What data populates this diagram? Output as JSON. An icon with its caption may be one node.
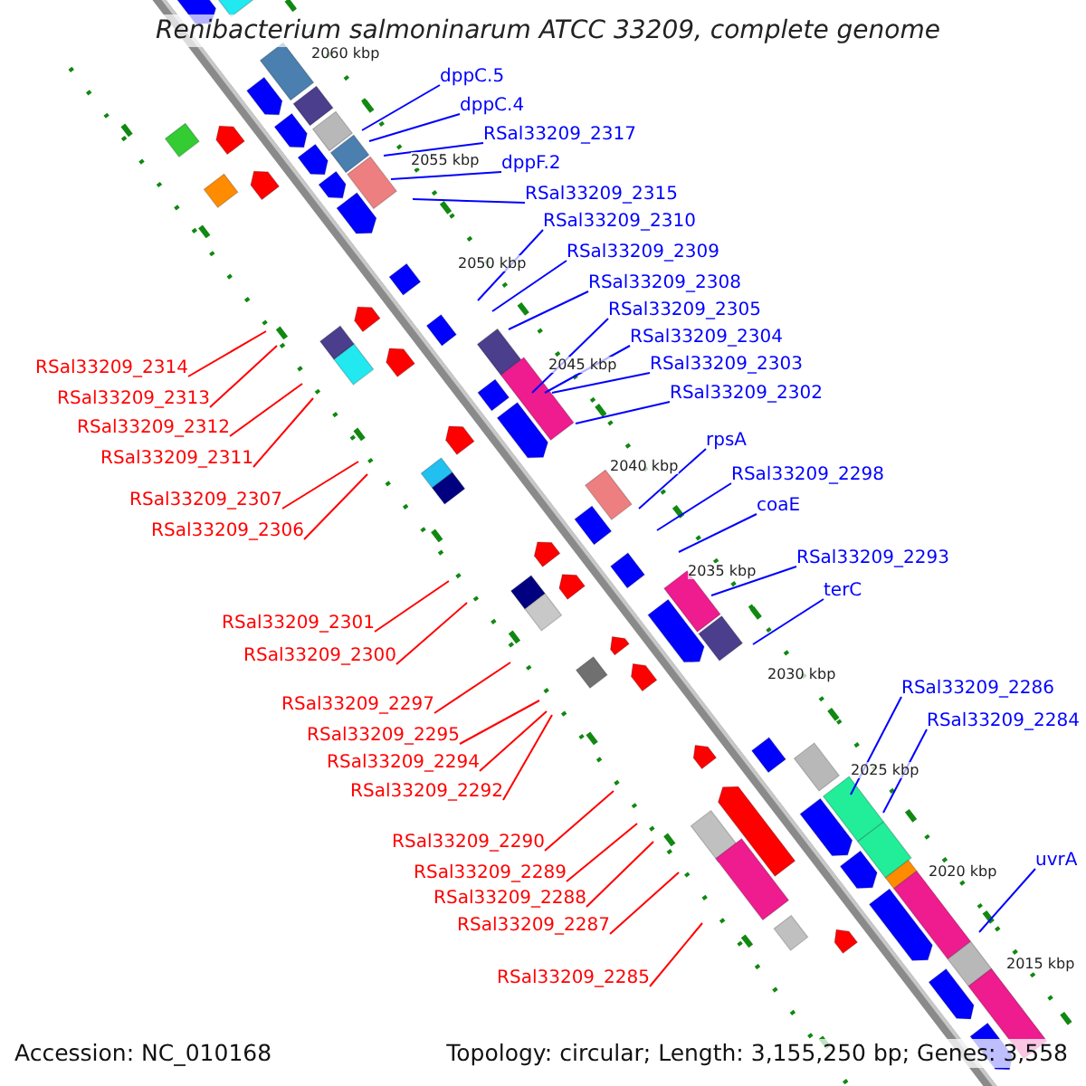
{
  "diagram": {
    "title": "Renibacterium salmoninarum ATCC 33209, complete genome",
    "nodes": [
      {
        "text": [
          "dppC.5"
        ]
      },
      {
        "text": [
          "dppC.4"
        ]
      },
      {
        "text": [
          "RSal33209_2317"
        ]
      },
      {
        "text": [
          "dppF.2"
        ]
      },
      {
        "text": [
          "RSal33209_2315"
        ]
      },
      {
        "text": [
          "RSal33209_2310"
        ]
      },
      {
        "text": [
          "RSal33209_2309"
        ]
      },
      {
        "text": [
          "RSal33209_2308"
        ]
      },
      {
        "text": [
          "RSal33209_2305"
        ]
      },
      {
        "text": [
          "RSal33209_2304"
        ]
      },
      {
        "text": [
          "RSal33209_2303"
        ]
      },
      {
        "text": [
          "RSal33209_2302"
        ]
      },
      {
        "text": [
          "rpsA"
        ]
      },
      {
        "text": [
          "RSal33209_2298"
        ]
      },
      {
        "text": [
          "coaE"
        ]
      },
      {
        "text": [
          "RSal33209_2293"
        ]
      },
      {
        "text": [
          "terC"
        ]
      },
      {
        "text": [
          "RSal33209_2286"
        ]
      },
      {
        "text": [
          "RSal33209_2284"
        ]
      },
      {
        "text": [
          "uvrA"
        ]
      },
      {
        "text": [
          "RSal33209_2314"
        ]
      },
      {
        "text": [
          "RSal33209_2313"
        ]
      },
      {
        "text": [
          "RSal33209_2312"
        ]
      },
      {
        "text": [
          "RSal33209_2311"
        ]
      },
      {
        "text": [
          "RSal33209_2307"
        ]
      },
      {
        "text": [
          "RSal33209_2306"
        ]
      },
      {
        "text": [
          "RSal33209_2301"
        ]
      },
      {
        "text": [
          "RSal33209_2300"
        ]
      },
      {
        "text": [
          "RSal33209_2297"
        ]
      },
      {
        "text": [
          "RSal33209_2295"
        ]
      },
      {
        "text": [
          "RSal33209_2294"
        ]
      },
      {
        "text": [
          "RSal33209_2292"
        ]
      },
      {
        "text": [
          "RSal33209_2290"
        ]
      },
      {
        "text": [
          "RSal33209_2289"
        ]
      },
      {
        "text": [
          "RSal33209_2288"
        ]
      },
      {
        "text": [
          "RSal33209_2287"
        ]
      },
      {
        "text": [
          "RSal33209_2285"
        ]
      }
    ],
    "edges": [
      {
        "from": 0,
        "to": null,
        "arrow": "none"
      },
      {
        "from": 1,
        "to": null,
        "arrow": "none"
      },
      {
        "from": 2,
        "to": null,
        "arrow": "none"
      },
      {
        "from": 3,
        "to": null,
        "arrow": "none"
      },
      {
        "from": 4,
        "to": null,
        "arrow": "none"
      },
      {
        "from": 5,
        "to": null,
        "arrow": "none"
      },
      {
        "from": 6,
        "to": null,
        "arrow": "none"
      },
      {
        "from": 7,
        "to": null,
        "arrow": "none"
      },
      {
        "from": 8,
        "to": null,
        "arrow": "none"
      },
      {
        "from": 9,
        "to": null,
        "arrow": "none"
      },
      {
        "from": 10,
        "to": null,
        "arrow": "none"
      },
      {
        "from": 11,
        "to": null,
        "arrow": "none"
      },
      {
        "from": 12,
        "to": null,
        "arrow": "none"
      },
      {
        "from": 13,
        "to": null,
        "arrow": "none"
      },
      {
        "from": 14,
        "to": null,
        "arrow": "none"
      },
      {
        "from": 15,
        "to": null,
        "arrow": "none"
      },
      {
        "from": 16,
        "to": null,
        "arrow": "none"
      },
      {
        "from": 17,
        "to": null,
        "arrow": "none"
      },
      {
        "from": 18,
        "to": null,
        "arrow": "none"
      },
      {
        "from": 19,
        "to": null,
        "arrow": "none"
      },
      {
        "from": 20,
        "to": null,
        "arrow": "none",
        "color": "#ff0000"
      },
      {
        "from": 21,
        "to": null,
        "arrow": "none",
        "color": "#ff0000"
      },
      {
        "from": 22,
        "to": null,
        "arrow": "none",
        "color": "#ff0000"
      },
      {
        "from": 23,
        "to": null,
        "arrow": "none",
        "color": "#ff0000"
      },
      {
        "from": 24,
        "to": null,
        "arrow": "none",
        "color": "#ff0000"
      },
      {
        "from": 25,
        "to": null,
        "arrow": "none",
        "color": "#ff0000"
      },
      {
        "from": 26,
        "to": null,
        "arrow": "none",
        "color": "#ff0000"
      },
      {
        "from": 27,
        "to": null,
        "arrow": "none",
        "color": "#ff0000"
      },
      {
        "from": 28,
        "to": null,
        "arrow": "none",
        "color": "#ff0000"
      },
      {
        "from": 29,
        "to": null,
        "arrow": "none",
        "color": "#ff0000"
      },
      {
        "from": 30,
        "to": null,
        "arrow": "none",
        "color": "#ff0000"
      },
      {
        "from": 31,
        "to": null,
        "arrow": "none",
        "color": "#ff0000"
      },
      {
        "from": 32,
        "to": null,
        "arrow": "none",
        "color": "#ff0000"
      },
      {
        "from": 33,
        "to": null,
        "arrow": "none",
        "color": "#ff0000"
      },
      {
        "from": 34,
        "to": null,
        "arrow": "none",
        "color": "#ff0000"
      },
      {
        "from": 35,
        "to": null,
        "arrow": "none",
        "color": "#ff0000"
      },
      {
        "from": 36,
        "to": null,
        "arrow": "none",
        "color": "#ff0000"
      }
    ],
    "labels": [
      "2060 kbp",
      "2055 kbp",
      "2050 kbp",
      "2045 kbp",
      "2040 kbp",
      "2035 kbp",
      "2030 kbp",
      "2025 kbp",
      "2020 kbp",
      "2015 kbp",
      "Accession: NC_010168",
      "Topology: circular; Length: 3,155,250 bp; Genes: 3,558"
    ]
  }
}
